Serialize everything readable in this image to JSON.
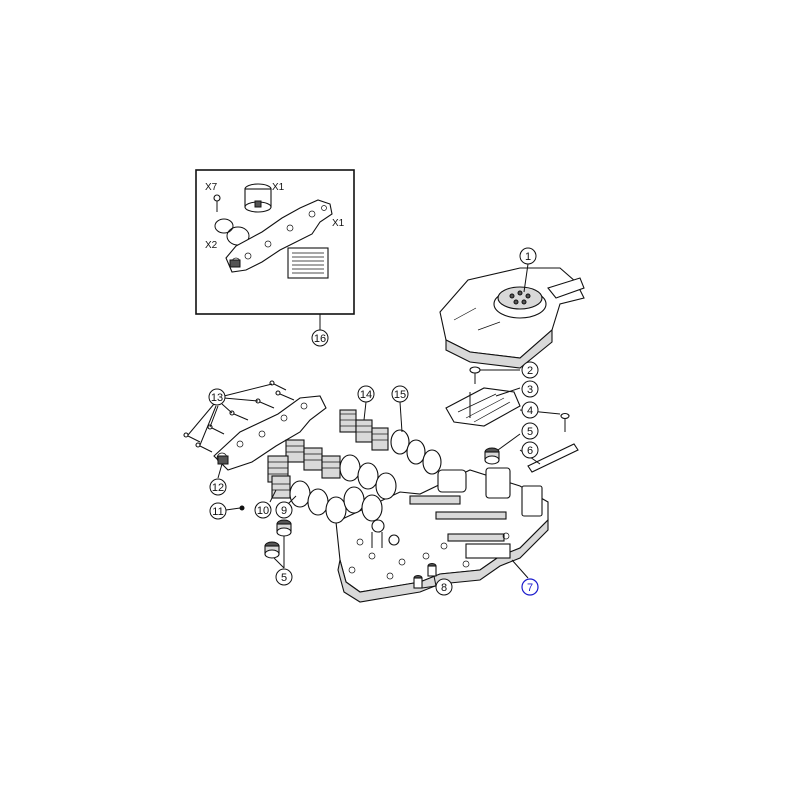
{
  "callouts": {
    "c1": "1",
    "c2": "2",
    "c3": "3",
    "c4": "4",
    "c5a": "5",
    "c5b": "5",
    "c6": "6",
    "c7": "7",
    "c8": "8",
    "c9": "9",
    "c10": "10",
    "c11": "11",
    "c12": "12",
    "c13": "13",
    "c14": "14",
    "c15": "15",
    "c16": "16"
  },
  "kit": {
    "x7": "X7",
    "x1_top": "X1",
    "x1_right": "X1",
    "x2": "X2"
  },
  "colors": {
    "ink": "#111111",
    "highlight_callout": "#1a1acc"
  }
}
